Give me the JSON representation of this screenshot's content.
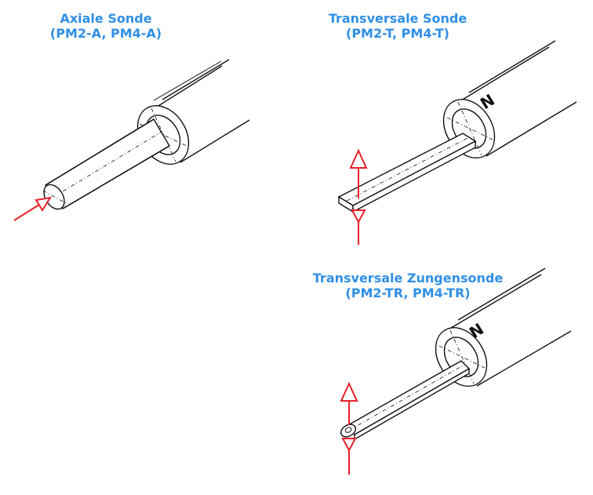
{
  "colors": {
    "title": "#2f8fe6",
    "arrow": "#e8202a",
    "line": "#111111"
  },
  "probes": [
    {
      "id": "axial",
      "title_line1": "Axiale Sonde",
      "title_line2": "(PM2-A, PM4-A)"
    },
    {
      "id": "transversal",
      "title_line1": "Transversale Sonde",
      "title_line2": "(PM2-T, PM4-T)",
      "marking": "N"
    },
    {
      "id": "transversal-tongue",
      "title_line1": "Transversale Zungensonde",
      "title_line2": "(PM2-TR, PM4-TR)",
      "marking": "N"
    }
  ]
}
